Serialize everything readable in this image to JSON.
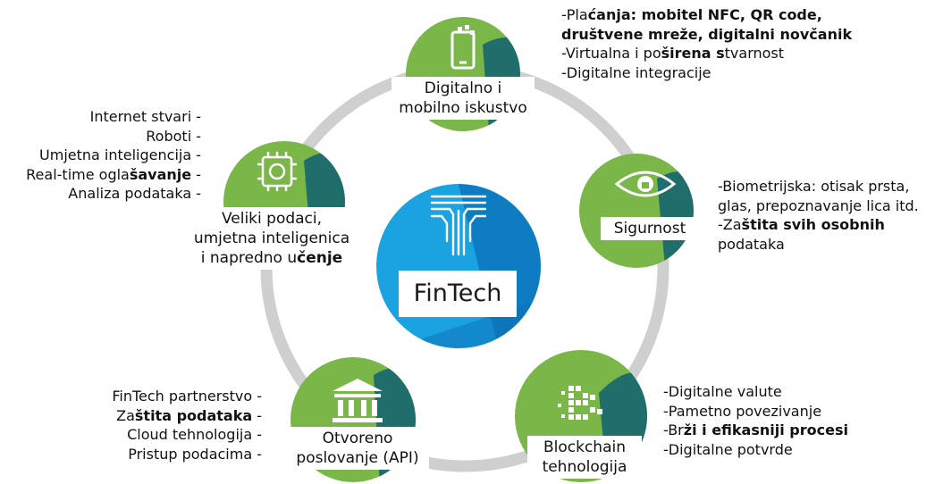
{
  "center": {
    "title": "FinTech"
  },
  "nodes": [
    {
      "id": "digital",
      "label_lines": [
        "Digitalno i",
        "mobilno iskustvo"
      ],
      "icon": "mobile-phone-icon",
      "items": [
        [
          {
            "t": "-Pla"
          },
          {
            "t": "ćanja: mobitel NFC, QR code,",
            "b": true
          }
        ],
        [
          {
            "t": "društvene mreže, digitalni novčanik",
            "b": true
          }
        ],
        [
          {
            "t": "-Virtualna i po"
          },
          {
            "t": "širena s",
            "b": true
          },
          {
            "t": "tvarnost"
          }
        ],
        [
          {
            "t": "-Digitalne integracije"
          }
        ]
      ]
    },
    {
      "id": "security",
      "label_lines": [
        "Sigurnost"
      ],
      "icon": "eye-icon",
      "items": [
        [
          {
            "t": "-Biometrijska: otisak prsta,"
          }
        ],
        [
          {
            "t": "glas, prepoznavanje lica itd."
          }
        ],
        [
          {
            "t": "-Za"
          },
          {
            "t": "štita svih osobnih",
            "b": true
          }
        ],
        [
          {
            "t": "podataka"
          }
        ]
      ]
    },
    {
      "id": "blockchain",
      "label_lines": [
        "Blockchain",
        "tehnologija"
      ],
      "icon": "bitcoin-icon",
      "items": [
        [
          {
            "t": "-Digitalne valute"
          }
        ],
        [
          {
            "t": "-Pametno povezivanje"
          }
        ],
        [
          {
            "t": "-Br"
          },
          {
            "t": "ži i efikasniji procesi",
            "b": true
          }
        ],
        [
          {
            "t": "-Digitalne potvrde"
          }
        ]
      ]
    },
    {
      "id": "openbanking",
      "label_lines": [
        "Otvoreno",
        "poslovanje (API)"
      ],
      "icon": "bank-icon",
      "items": [
        [
          {
            "t": "FinTech partnerstvo -"
          }
        ],
        [
          {
            "t": "Za"
          },
          {
            "t": "štita podataka",
            "b": true
          },
          {
            "t": " -"
          }
        ],
        [
          {
            "t": "Cloud tehnologija -"
          }
        ],
        [
          {
            "t": "Pristup podacima -"
          }
        ]
      ]
    },
    {
      "id": "bigdata",
      "label_lines": [
        "Veliki podaci,",
        "umjetna inteligenica",
        "i napredno u"
      ],
      "label_tail_bold": "čenje",
      "icon": "brain-chip-icon",
      "items": [
        [
          {
            "t": "Internet stvari -"
          }
        ],
        [
          {
            "t": "Roboti -"
          }
        ],
        [
          {
            "t": "Umjetna inteligencija -"
          }
        ],
        [
          {
            "t": "Real-time ogla"
          },
          {
            "t": "šavanje",
            "b": true
          },
          {
            "t": " -"
          }
        ],
        [
          {
            "t": "Analiza podataka -"
          }
        ]
      ]
    }
  ],
  "colors": {
    "green": "#7ab648",
    "teal": "#1f6e6b",
    "ring": "#cfcfcf",
    "blue": "#1aa3e0",
    "blue_dark": "#0b6fb6"
  }
}
